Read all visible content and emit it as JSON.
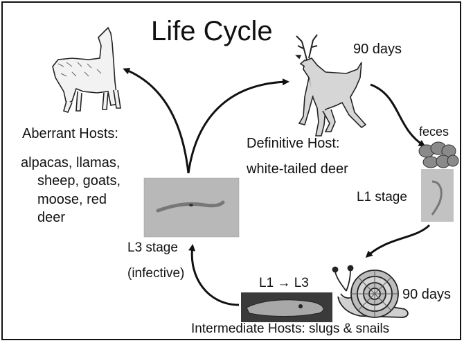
{
  "title": "Life Cycle",
  "definitive_host": {
    "title": "Definitive Host:",
    "subtitle": "white-tailed deer",
    "duration": "90 days"
  },
  "aberrant_hosts": {
    "title": "Aberrant Hosts:",
    "lines": [
      "alpacas, llamas,",
      "sheep, goats,",
      "moose, red",
      "deer"
    ]
  },
  "feces_label": "feces",
  "l1_stage_label": "L1 stage",
  "l3_stage": {
    "line1": "L3 stage",
    "line2": "(infective)"
  },
  "l1_to_l3": "L1 → L3",
  "snail_duration": "90 days",
  "intermediate_hosts": "Intermediate Hosts: slugs & snails",
  "icons": [
    "llama-icon",
    "deer-icon",
    "snail-icon",
    "feces-icon",
    "larva-photo",
    "slug-photo"
  ]
}
